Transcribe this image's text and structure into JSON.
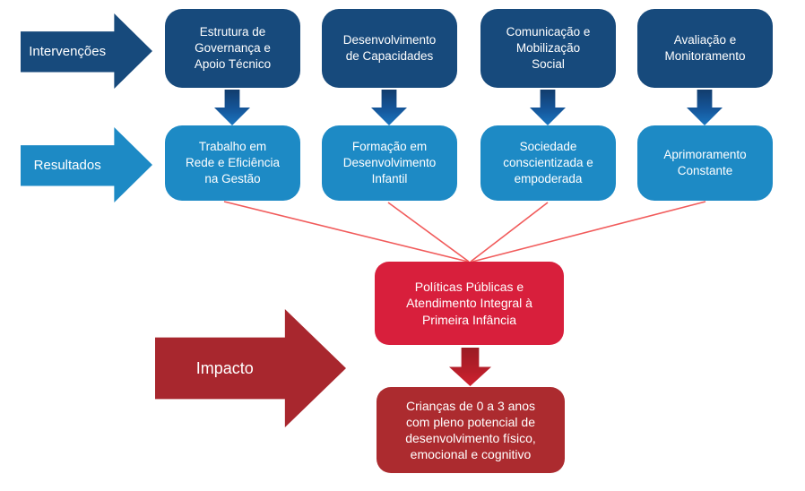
{
  "diagram": {
    "row_labels": {
      "interventions": "Intervenções",
      "results": "Resultados",
      "impact": "Impacto"
    },
    "columns": [
      {
        "intervention": "Estrutura de\nGovernança e\nApoio Técnico",
        "result": "Trabalho em\nRede e Eficiência\nna Gestão"
      },
      {
        "intervention": "Desenvolvimento\nde Capacidades",
        "result": "Formação em\nDesenvolvimento\nInfantil"
      },
      {
        "intervention": "Comunicação e\nMobilização\nSocial",
        "result": "Sociedade\nconscientizada e\nempoderada"
      },
      {
        "intervention": "Avaliação e\nMonitoramento",
        "result": "Aprimoramento\nConstante"
      }
    ],
    "outcome_box": "Políticas Públicas e\nAtendimento Integral à\nPrimeira Infância",
    "impact_box": "Crianças de 0 a 3 anos\ncom pleno potencial de\ndesenvolvimento físico,\nemocional e cognitivo",
    "colors": {
      "intervention_box": "#174a7c",
      "result_box": "#1d8ac5",
      "outcome_box": "#d81f3c",
      "impact_box": "#ac2b2f",
      "impact_arrow": "#a8272e",
      "connector_line": "#f15b5b"
    }
  }
}
